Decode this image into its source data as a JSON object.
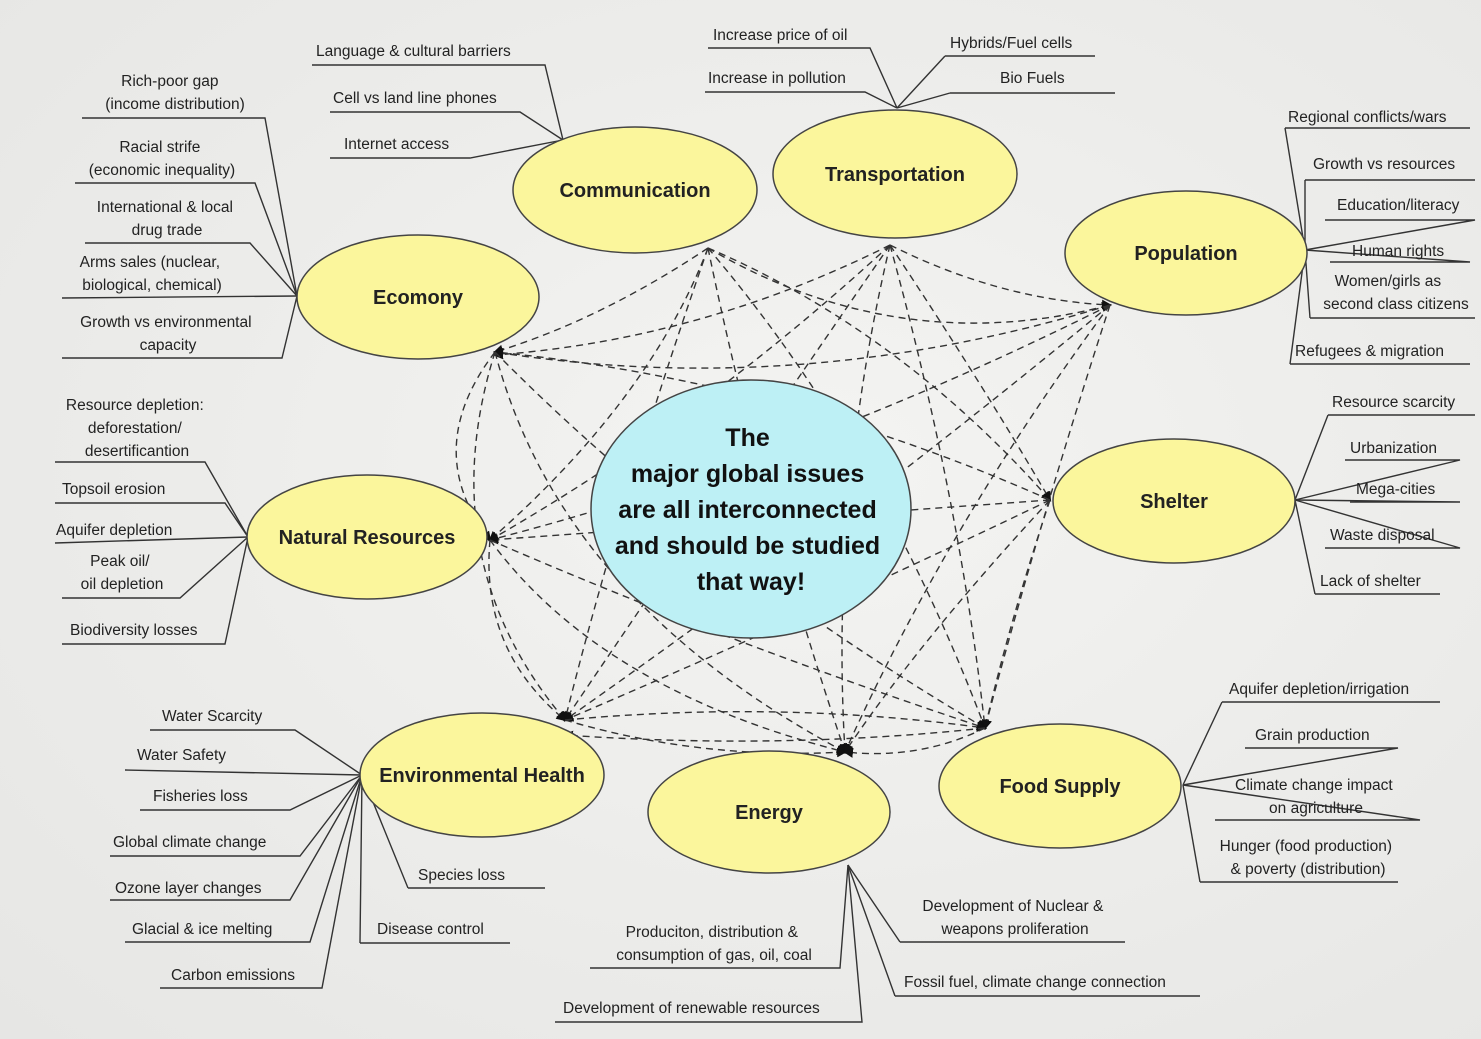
{
  "center": {
    "lines": [
      "The",
      "major global issues",
      "are all interconnected",
      "and should be studied",
      "that way!"
    ]
  },
  "nodes": {
    "communication": "Communication",
    "transportation": "Transportation",
    "economy": "Ecomony",
    "population": "Population",
    "natural_resources": "Natural Resources",
    "shelter": "Shelter",
    "environmental_health": "Environmental Health",
    "energy": "Energy",
    "food_supply": "Food Supply"
  },
  "communication": [
    "Language & cultural barriers",
    "Cell vs land line phones",
    "Internet access"
  ],
  "transportation": [
    "Increase price of oil",
    "Increase in pollution",
    "Hybrids/Fuel cells",
    "Bio Fuels"
  ],
  "economy": [
    [
      "Rich-poor gap",
      "(income distribution)"
    ],
    [
      "Racial strife",
      "(economic inequality)"
    ],
    [
      "International & local",
      "drug trade"
    ],
    [
      "Arms sales (nuclear,",
      "biological, chemical)"
    ],
    [
      "Growth vs environmental",
      "capacity"
    ]
  ],
  "population": [
    [
      "Regional conflicts/wars"
    ],
    [
      "Growth vs resources"
    ],
    [
      "Education/literacy"
    ],
    [
      "Human rights"
    ],
    [
      "Women/girls as",
      "second class citizens"
    ],
    [
      "Refugees & migration"
    ]
  ],
  "natural_resources": [
    [
      "Resource depletion:",
      "deforestation/",
      "desertificantion"
    ],
    [
      "Topsoil erosion"
    ],
    [
      "Aquifer depletion"
    ],
    [
      "Peak oil/",
      "oil depletion"
    ],
    [
      "Biodiversity losses"
    ]
  ],
  "shelter": [
    "Resource scarcity",
    "Urbanization",
    "Mega-cities",
    "Waste disposal",
    "Lack of shelter"
  ],
  "environmental_health": [
    "Water Scarcity",
    "Water Safety",
    "Fisheries loss",
    "Global climate change",
    "Ozone layer changes",
    "Glacial & ice melting",
    "Carbon emissions",
    "Species loss",
    "Disease control"
  ],
  "energy": [
    [
      "Produciton, distribution &",
      "consumption of gas, oil, coal"
    ],
    [
      "Development of renewable resources"
    ],
    [
      "Development of Nuclear &",
      "weapons proliferation"
    ],
    [
      "Fossil fuel, climate change connection"
    ]
  ],
  "food_supply": [
    [
      "Aquifer depletion/irrigation"
    ],
    [
      "Grain production"
    ],
    [
      "Climate change impact",
      "on agriculture"
    ],
    [
      "Hunger (food production)",
      "& poverty (distribution)"
    ]
  ]
}
